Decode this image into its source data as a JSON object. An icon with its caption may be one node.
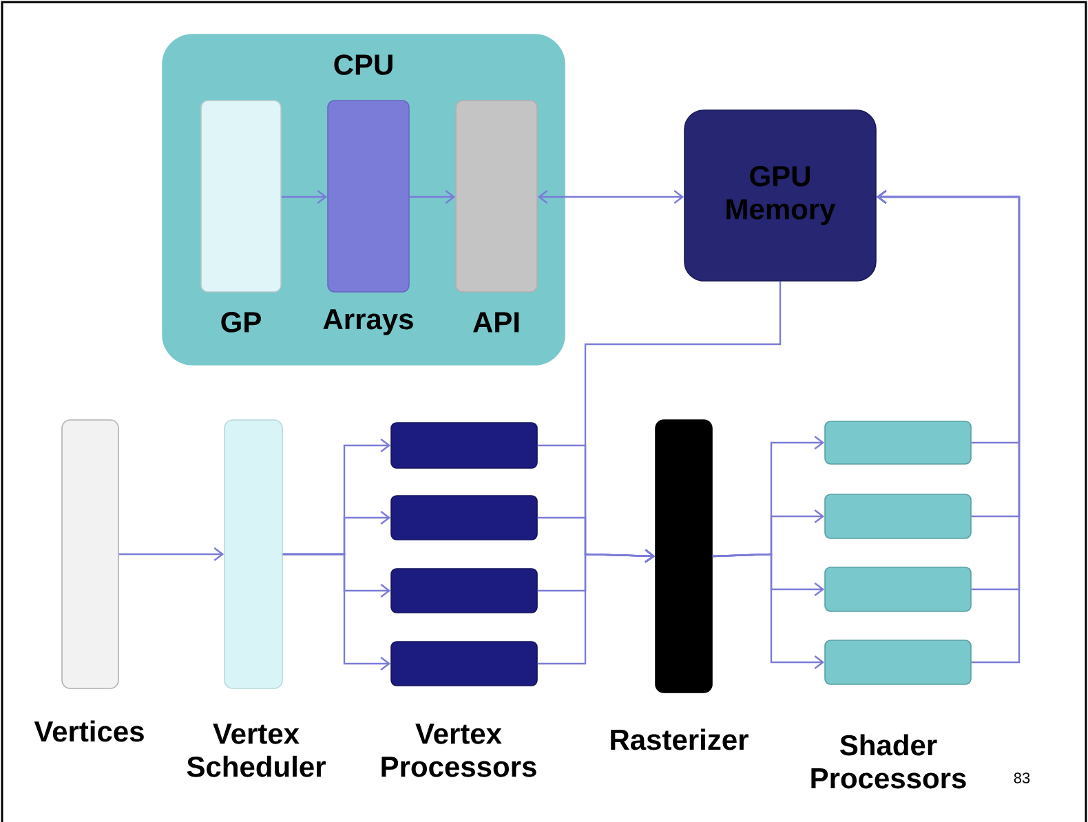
{
  "diagram": {
    "nodes": [
      {
        "text": [
          "CPU"
        ]
      },
      {
        "text": [
          "GP"
        ],
        "in": 0
      },
      {
        "text": [
          "Arrays"
        ],
        "in": 0
      },
      {
        "text": [
          "API"
        ],
        "in": 0
      },
      {
        "text": [
          "GPU Memory"
        ]
      },
      {
        "text": [
          "Vertices"
        ]
      },
      {
        "text": [
          "Vertex Scheduler"
        ]
      },
      {
        "text": [],
        "shape": "box"
      },
      {
        "text": [],
        "shape": "box"
      },
      {
        "text": [],
        "shape": "box"
      },
      {
        "text": [],
        "shape": "box"
      },
      {
        "text": [
          "Rasterizer"
        ]
      },
      {
        "text": [],
        "shape": "box"
      },
      {
        "text": [],
        "shape": "box"
      },
      {
        "text": [],
        "shape": "box"
      },
      {
        "text": [],
        "shape": "box"
      }
    ],
    "edges": [
      {
        "from": 1,
        "to": 2,
        "arrow": "to"
      },
      {
        "from": 2,
        "to": 3,
        "arrow": "to"
      },
      {
        "from": 3,
        "to": 4,
        "arrow": "both"
      },
      {
        "from": 5,
        "to": 6,
        "arrow": "to"
      },
      {
        "from": 6,
        "to": 7,
        "arrow": "to"
      },
      {
        "from": 6,
        "to": 8,
        "arrow": "to"
      },
      {
        "from": 6,
        "to": 9,
        "arrow": "to"
      },
      {
        "from": 6,
        "to": 10,
        "arrow": "to"
      },
      {
        "from": 7,
        "to": 11,
        "arrow": "to"
      },
      {
        "from": 8,
        "to": 11,
        "arrow": "to"
      },
      {
        "from": 9,
        "to": 11,
        "arrow": "to"
      },
      {
        "from": 10,
        "to": 11,
        "arrow": "to"
      },
      {
        "from": 4,
        "to": 11,
        "arrow": "to"
      },
      {
        "from": 11,
        "to": 12,
        "arrow": "to"
      },
      {
        "from": 11,
        "to": 13,
        "arrow": "to"
      },
      {
        "from": 11,
        "to": 14,
        "arrow": "to"
      },
      {
        "from": 11,
        "to": 15,
        "arrow": "to"
      },
      {
        "from": 12,
        "to": 4,
        "arrow": "to"
      },
      {
        "from": 13,
        "to": 4,
        "arrow": "to"
      },
      {
        "from": 14,
        "to": 4,
        "arrow": "to"
      },
      {
        "from": 15,
        "to": 4,
        "arrow": "to"
      }
    ],
    "labels": [
      "Vertex Processors",
      "Shader Processors",
      "83"
    ]
  }
}
